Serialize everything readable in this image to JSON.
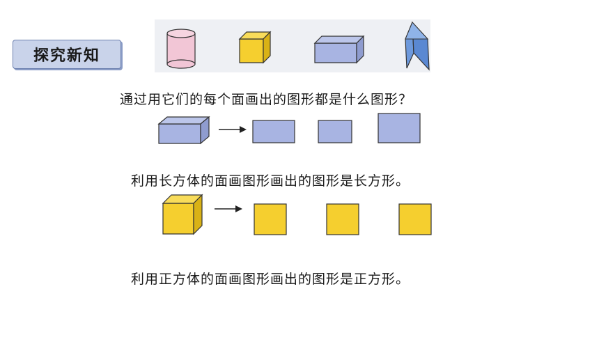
{
  "header": {
    "title": "探究新知"
  },
  "question": {
    "text": "通过用它们的每个面画出的图形都是什么图形？"
  },
  "conclusion_cuboid": {
    "text": "利用长方体的面画图形画出的图形是长方形。"
  },
  "conclusion_cube": {
    "text": "利用正方体的面画图形画出的图形是正方形。"
  },
  "colors": {
    "badge_bg": "#c9d3ea",
    "cylinder": "#f2c6d6",
    "cube": "#f5cf2f",
    "cuboid": "#a8b4e2",
    "prism": "#6d99dc"
  },
  "solids": [
    "cylinder",
    "cube",
    "cuboid",
    "triangular-prism"
  ]
}
